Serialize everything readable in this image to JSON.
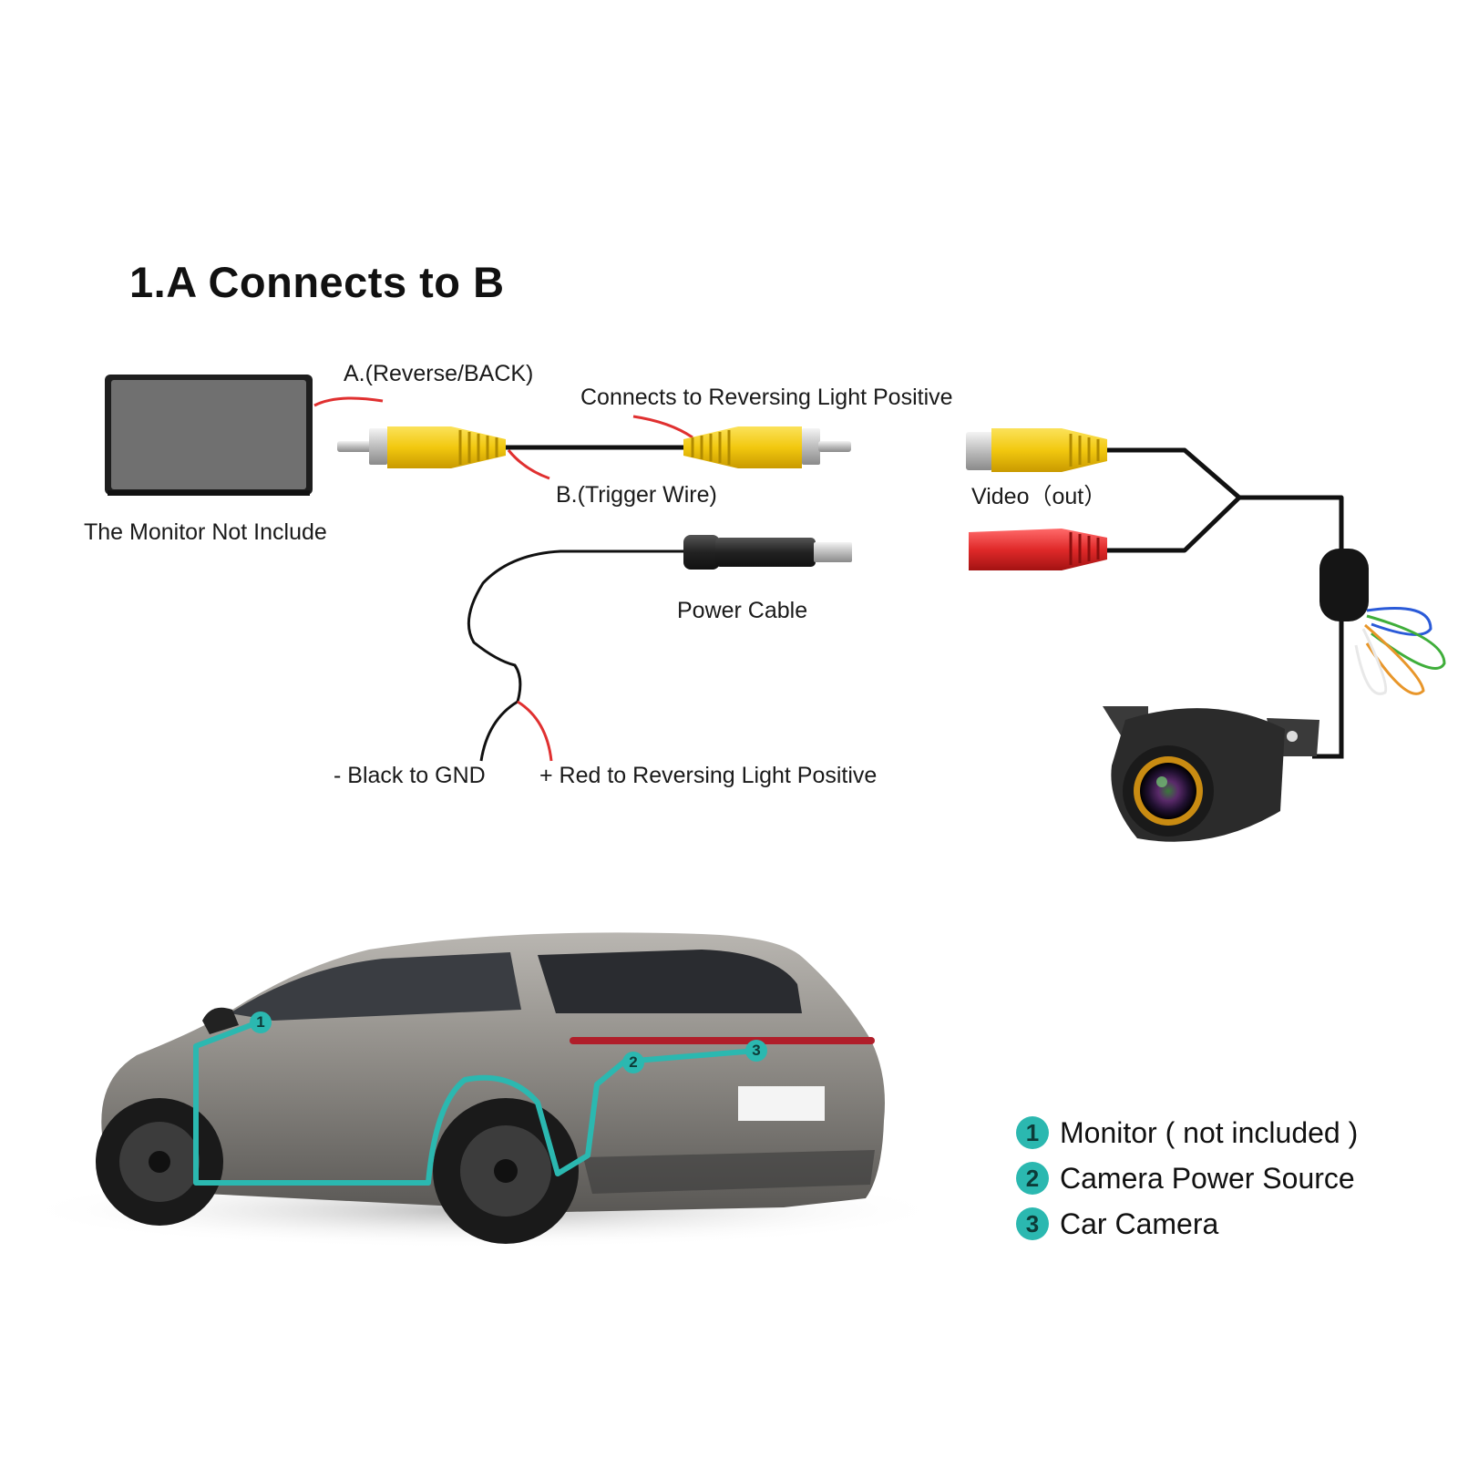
{
  "title": "1.A Connects to B",
  "labels": {
    "a_reverse": "A.(Reverse/BACK)",
    "connects_reversing": "Connects to Reversing Light Positive",
    "b_trigger": "B.(Trigger Wire)",
    "monitor_not_include": "The Monitor Not Include",
    "video_out": "Video（out）",
    "power_cable": "Power Cable",
    "black_gnd": "- Black to GND",
    "red_positive": "+ Red to Reversing Light Positive"
  },
  "car_markers": [
    "1",
    "2",
    "3"
  ],
  "legend": [
    {
      "num": "1",
      "text": "Monitor ( not included )"
    },
    {
      "num": "2",
      "text": "Camera Power Source"
    },
    {
      "num": "3",
      "text": "Car Camera"
    }
  ],
  "colors": {
    "accent_teal": "#2bb8b0",
    "rca_yellow": "#f2c80f",
    "rca_red": "#e02a2a",
    "wire_red": "#e03030",
    "wire_black": "#111111"
  }
}
